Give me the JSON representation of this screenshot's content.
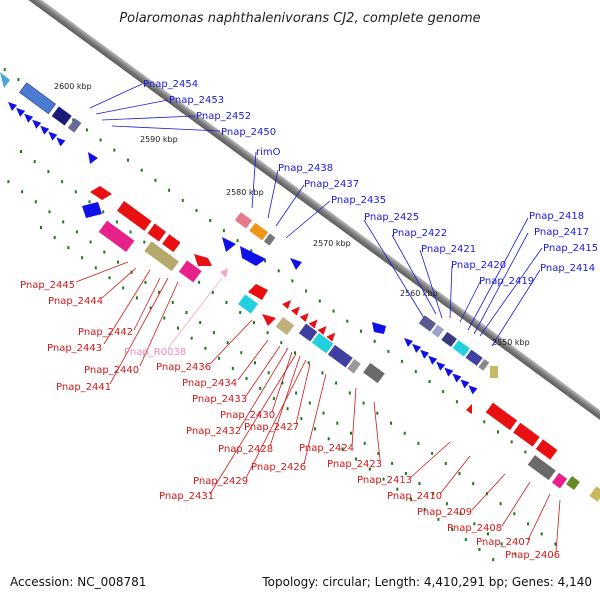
{
  "title": "Polaromonas naphthalenivorans CJ2, complete genome",
  "footer": {
    "accession": "Accession: NC_008781",
    "summary": "Topology: circular; Length: 4,410,291 bp; Genes: 4,140"
  },
  "scale_labels": [
    "2600 kbp",
    "2590 kbp",
    "2580 kbp",
    "2570 kbp",
    "2560 kbp",
    "2550 kbp"
  ],
  "gene_labels": {
    "upper": [
      "Pnap_2454",
      "Pnap_2453",
      "Pnap_2452",
      "Pnap_2450",
      "rimO",
      "Pnap_2438",
      "Pnap_2437",
      "Pnap_2435",
      "Pnap_2425",
      "Pnap_2422",
      "Pnap_2421",
      "Pnap_2420",
      "Pnap_2419",
      "Pnap_2418",
      "Pnap_2417",
      "Pnap_2415",
      "Pnap_2414"
    ],
    "lower": [
      "Pnap_2445",
      "Pnap_2444",
      "Pnap_2442",
      "Pnap_2443",
      "Pnap_R0038",
      "Pnap_2440",
      "Pnap_2441",
      "Pnap_2436",
      "Pnap_2434",
      "Pnap_2433",
      "Pnap_2430",
      "Pnap_2432",
      "Pnap_2427",
      "Pnap_2428",
      "Pnap_2426",
      "Pnap_2424",
      "Pnap_2429",
      "Pnap_2423",
      "Pnap_2431",
      "Pnap_2413",
      "Pnap_2410",
      "Pnap_2409",
      "Pnap_2408",
      "Pnap_2407",
      "Pnap_2406"
    ]
  },
  "colors": {
    "forward_gene": "#1010e8",
    "reverse_gene": "#e81010",
    "backbone": "#8a8a8a",
    "tick": "#1a7a1a",
    "rna": "#f4a6cf"
  }
}
